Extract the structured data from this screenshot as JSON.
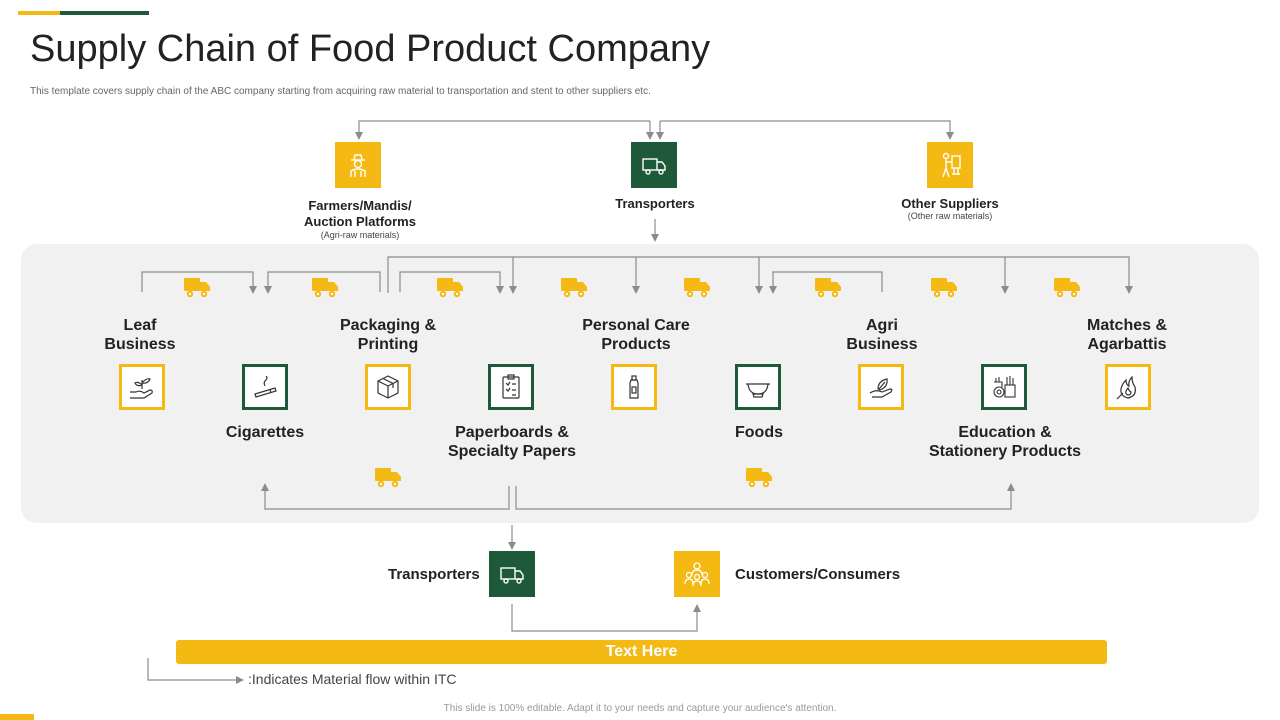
{
  "header": {
    "title": "Supply Chain of Food Product Company",
    "subtitle": "This template covers supply chain of the ABC company starting from acquiring raw material to transportation and stent to other suppliers etc."
  },
  "colors": {
    "accent_yellow": "#F5B914",
    "accent_green": "#1E5A3A",
    "panel_gray": "#F1F1F1",
    "line_gray": "#8C8C8C"
  },
  "sources": {
    "farmers": {
      "label_line1": "Farmers/Mandis/",
      "label_line2": "Auction Platforms",
      "note": "(Agri-raw materials)",
      "icon": "farmer-icon"
    },
    "transporters": {
      "label": "Transporters",
      "icon": "truck-icon"
    },
    "other_suppliers": {
      "label": "Other Suppliers",
      "note": "(Other raw materials)",
      "icon": "porter-icon"
    }
  },
  "businesses": [
    {
      "line1": "Leaf",
      "line2": "Business",
      "icon": "hand-plant-icon"
    },
    {
      "line1": "Cigarettes",
      "line2": "",
      "icon": "cigarette-icon"
    },
    {
      "line1": "Packaging &",
      "line2": "Printing",
      "icon": "box-icon"
    },
    {
      "line1": "Paperboards &",
      "line2": "Specialty Papers",
      "icon": "clipboard-icon"
    },
    {
      "line1": "Personal Care",
      "line2": "Products",
      "icon": "bottle-icon"
    },
    {
      "line1": "Foods",
      "line2": "",
      "icon": "bowl-icon"
    },
    {
      "line1": "Agri",
      "line2": "Business",
      "icon": "leaf-hand-icon"
    },
    {
      "line1": "Education &",
      "line2": "Stationery Products",
      "icon": "stationery-icon"
    },
    {
      "line1": "Matches &",
      "line2": "Agarbattis",
      "icon": "flame-icon"
    }
  ],
  "distribution": {
    "transporters": {
      "label": "Transporters",
      "icon": "truck-icon"
    },
    "customers": {
      "label": "Customers/Consumers",
      "icon": "people-icon"
    }
  },
  "banner": {
    "text": "Text Here"
  },
  "legend": {
    "text": ":Indicates Material flow within ITC"
  },
  "footer": {
    "text": "This slide is 100% editable. Adapt it to your needs and capture your audience's attention."
  }
}
